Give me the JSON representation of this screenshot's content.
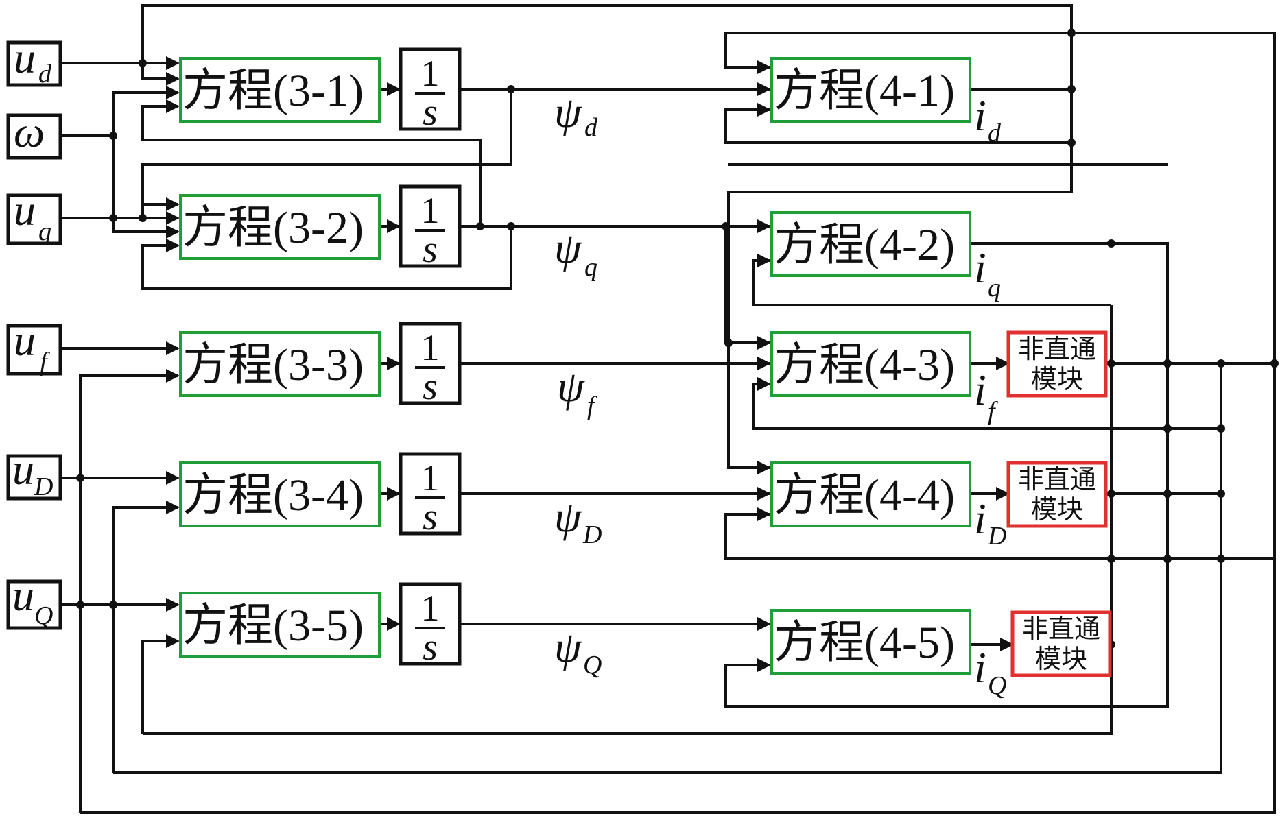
{
  "inputs": [
    {
      "symbol": "u",
      "sub": "d"
    },
    {
      "symbol": "ω",
      "sub": ""
    },
    {
      "symbol": "u",
      "sub": "q"
    },
    {
      "symbol": "u",
      "sub": "f"
    },
    {
      "symbol": "u",
      "sub": "D"
    },
    {
      "symbol": "u",
      "sub": "Q"
    }
  ],
  "flux_equations": [
    "方程(3-1)",
    "方程(3-2)",
    "方程(3-3)",
    "方程(3-4)",
    "方程(3-5)"
  ],
  "integrator": {
    "numerator": "1",
    "denominator": "s"
  },
  "flux_labels": [
    {
      "symbol": "ψ",
      "sub": "d"
    },
    {
      "symbol": "ψ",
      "sub": "q"
    },
    {
      "symbol": "ψ",
      "sub": "f"
    },
    {
      "symbol": "ψ",
      "sub": "D"
    },
    {
      "symbol": "ψ",
      "sub": "Q"
    }
  ],
  "current_equations": [
    "方程(4-1)",
    "方程(4-2)",
    "方程(4-3)",
    "方程(4-4)",
    "方程(4-5)"
  ],
  "current_labels": [
    {
      "symbol": "i",
      "sub": "d"
    },
    {
      "symbol": "i",
      "sub": "q"
    },
    {
      "symbol": "i",
      "sub": "f"
    },
    {
      "symbol": "i",
      "sub": "D"
    },
    {
      "symbol": "i",
      "sub": "Q"
    }
  ],
  "nondirect_block": {
    "line1": "非直通",
    "line2": "模块"
  },
  "colors": {
    "equation_border": "#1f9e3a",
    "nondirect_border": "#e03030",
    "wire": "#111111"
  }
}
